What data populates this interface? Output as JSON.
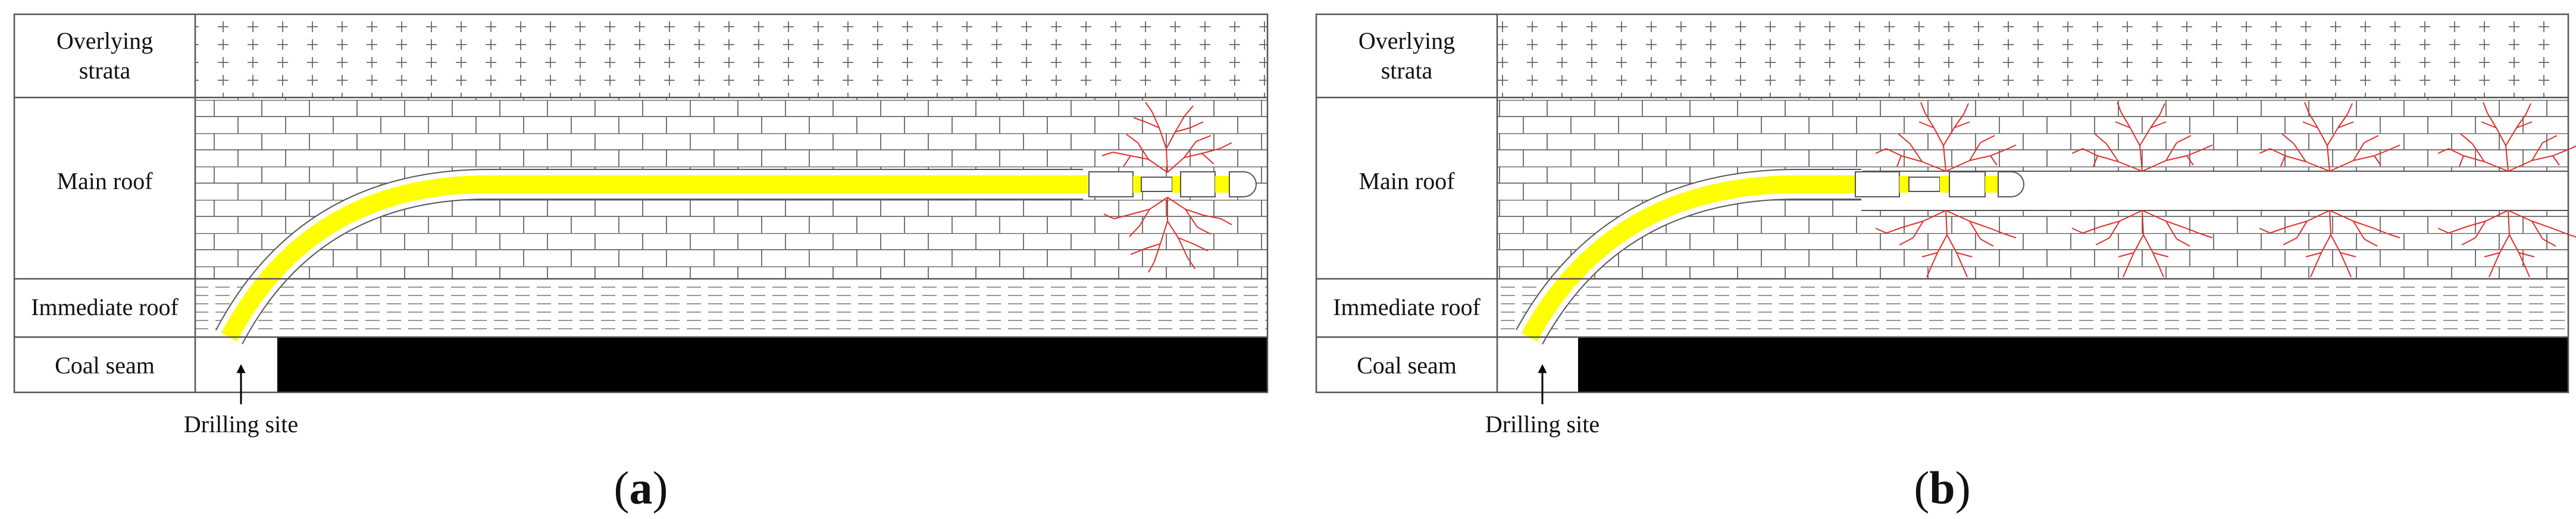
{
  "panels": [
    {
      "id": "a",
      "caption_open": "(",
      "caption_letter": "a",
      "caption_close": ")",
      "layers": {
        "overlying": [
          "Overlying",
          "strata"
        ],
        "main_roof": "Main roof",
        "immediate_roof": "Immediate roof",
        "coal_seam": "Coal seam"
      },
      "drilling_site": "Drilling site",
      "fracture_stage": "initial"
    },
    {
      "id": "b",
      "caption_open": "(",
      "caption_letter": "b",
      "caption_close": ")",
      "layers": {
        "overlying": [
          "Overlying",
          "strata"
        ],
        "main_roof": "Main roof",
        "immediate_roof": "Immediate roof",
        "coal_seam": "Coal seam"
      },
      "drilling_site": "Drilling site",
      "fracture_stage": "multi-stage"
    }
  ],
  "colors": {
    "borehole_fill": "#ffff00",
    "fracture": "#e0302a",
    "coal": "#000000",
    "lines": "#555555"
  }
}
